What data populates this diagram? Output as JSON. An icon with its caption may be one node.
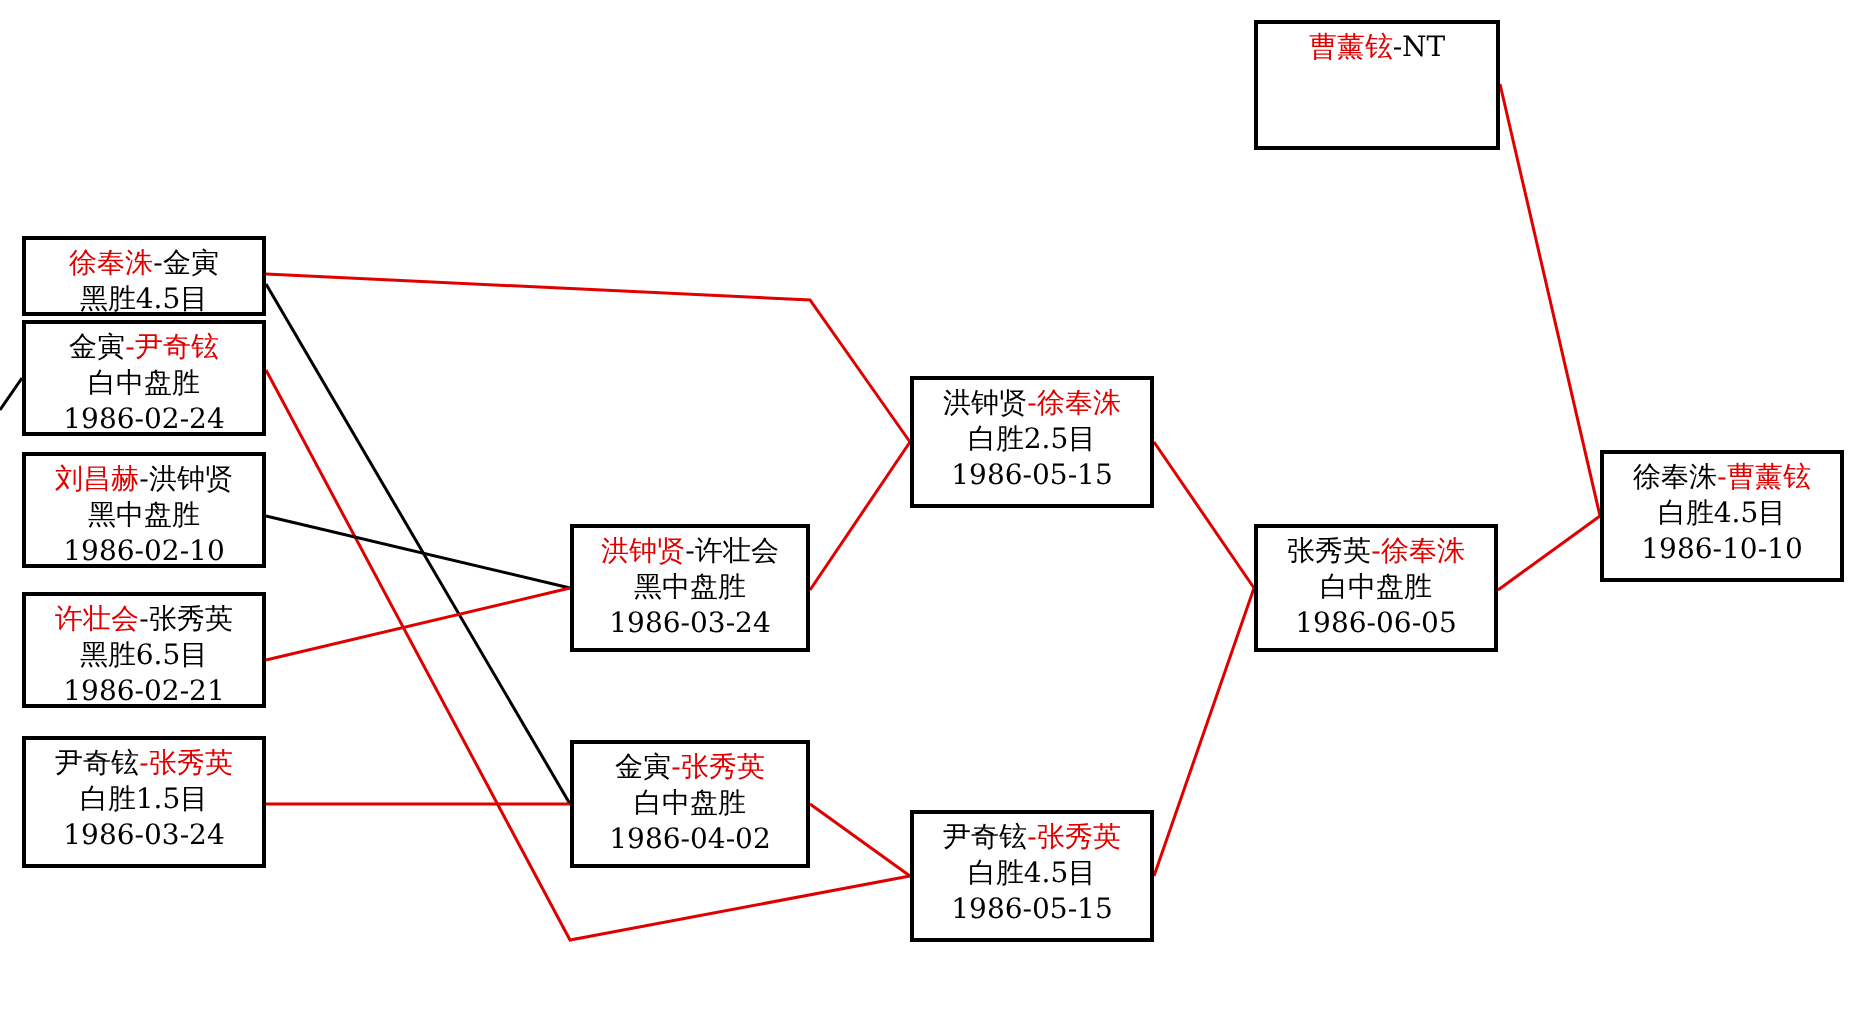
{
  "diagram": {
    "nodes": [
      {
        "text": [
          "曹薰铉",
          "-NT"
        ]
      },
      {
        "text": [
          "徐奉洙",
          "-金寅",
          "黑胜4.5目"
        ]
      },
      {
        "text": [
          "金寅",
          "-尹奇铉",
          "白中盘胜",
          "1986-02-24"
        ]
      },
      {
        "text": [
          "刘昌赫",
          "-洪钟贤",
          "黑中盘胜",
          "1986-02-10"
        ]
      },
      {
        "text": [
          "许壮会",
          "-张秀英",
          "黑胜6.5目",
          "1986-02-21"
        ]
      },
      {
        "text": [
          "尹奇铉",
          "-张秀英",
          "白胜1.5目",
          "1986-03-24"
        ]
      },
      {
        "text": [
          "洪钟贤",
          "-许壮会",
          "黑中盘胜",
          "1986-03-24"
        ]
      },
      {
        "text": [
          "金寅",
          "-张秀英",
          "白中盘胜",
          "1986-04-02"
        ]
      },
      {
        "text": [
          "洪钟贤",
          "-徐奉洙",
          "白胜2.5目",
          "1986-05-15"
        ]
      },
      {
        "text": [
          "尹奇铉",
          "-张秀英",
          "白胜4.5目",
          "1986-05-15"
        ]
      },
      {
        "text": [
          "张秀英",
          "-徐奉洙",
          "白中盘胜",
          "1986-06-05"
        ]
      },
      {
        "text": [
          "徐奉洙",
          "-曹薰铉",
          "白胜4.5目",
          "1986-10-10"
        ]
      }
    ],
    "edges": [
      {
        "from": null,
        "to": 2,
        "arrow": "none",
        "color": "#000000"
      },
      {
        "from": 1,
        "to": 8,
        "arrow": "none"
      },
      {
        "from": 1,
        "to": 7,
        "arrow": "none",
        "color": "#000000"
      },
      {
        "from": 2,
        "to": 9,
        "arrow": "none"
      },
      {
        "from": 3,
        "to": 6,
        "arrow": "none",
        "color": "#000000"
      },
      {
        "from": 4,
        "to": 6,
        "arrow": "none"
      },
      {
        "from": 5,
        "to": 7,
        "arrow": "none"
      },
      {
        "from": 6,
        "to": 8,
        "arrow": "none"
      },
      {
        "from": 7,
        "to": 9,
        "arrow": "none"
      },
      {
        "from": 8,
        "to": 10,
        "arrow": "none"
      },
      {
        "from": 9,
        "to": 10,
        "arrow": "none"
      },
      {
        "from": 10,
        "to": 11,
        "arrow": "none"
      },
      {
        "from": 0,
        "to": 11,
        "arrow": "none"
      }
    ]
  }
}
